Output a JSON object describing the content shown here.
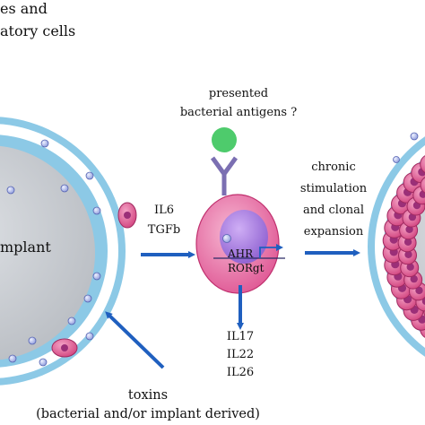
{
  "labels": {
    "top_line_1": "es and",
    "top_line_2": "atory cells",
    "implant": "mplant",
    "presented_1": "presented",
    "presented_2": "bacterial antigens ?",
    "cytokine_1": "IL6",
    "cytokine_2": "TGFb",
    "ahr": "AHR",
    "rorgt": "RORgt",
    "chronic_1": "chronic",
    "chronic_2": "stimulation",
    "chronic_3": "and clonal",
    "chronic_4": "expansion",
    "output_1": "IL17",
    "output_2": "IL22",
    "output_3": "IL26",
    "toxins": "toxins",
    "toxins_source": "(bacterial and/or implant derived)"
  },
  "colors": {
    "capsule": "#8cc9e6",
    "implant_gray": "#cfd3d8",
    "cell_pink": "#e8609b",
    "cell_pink_dark": "#c0306e",
    "nucleus_purple": "#9b6fd4",
    "antigen_green": "#4ecb6c",
    "receptor": "#7b6fb2",
    "arrow_blue": "#1f5fbf",
    "bacteria": "#a9b4e8"
  }
}
